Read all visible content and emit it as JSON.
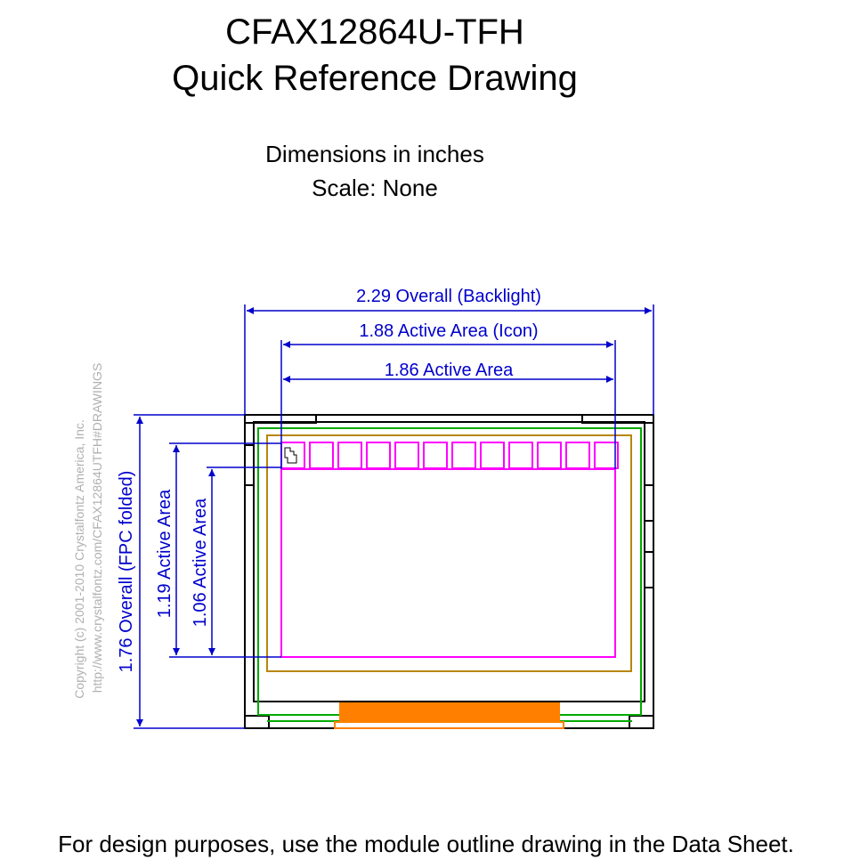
{
  "header": {
    "title_line1": "CFAX12864U-TFH",
    "title_line2": "Quick Reference Drawing",
    "units_note": "Dimensions in inches",
    "scale_note": "Scale: None"
  },
  "dimensions": {
    "overall_width": "2.29 Overall (Backlight)",
    "active_area_icon": "1.88 Active Area (Icon)",
    "active_area_width": "1.86 Active Area",
    "overall_height": "1.76 Overall (FPC folded)",
    "active_area_height_icon": "1.19 Active Area",
    "active_area_height": "1.06 Active Area"
  },
  "copyright": {
    "line1": "Copyright (c) 2001-2010 Crystalfontz America, Inc.",
    "line2": "http://www.crystalfontz.com/CFAX12864UTFH#DRAWINGS"
  },
  "footer": {
    "note": "For design purposes, use the module outline drawing in the Data Sheet."
  },
  "colors": {
    "dimension": "#0000cc",
    "outline": "#000000",
    "pcb": "#00aa00",
    "viewing_area": "#b8860b",
    "active_area": "#ff00ff",
    "fpc": "#ff8000"
  },
  "icon_cell_count": 12
}
